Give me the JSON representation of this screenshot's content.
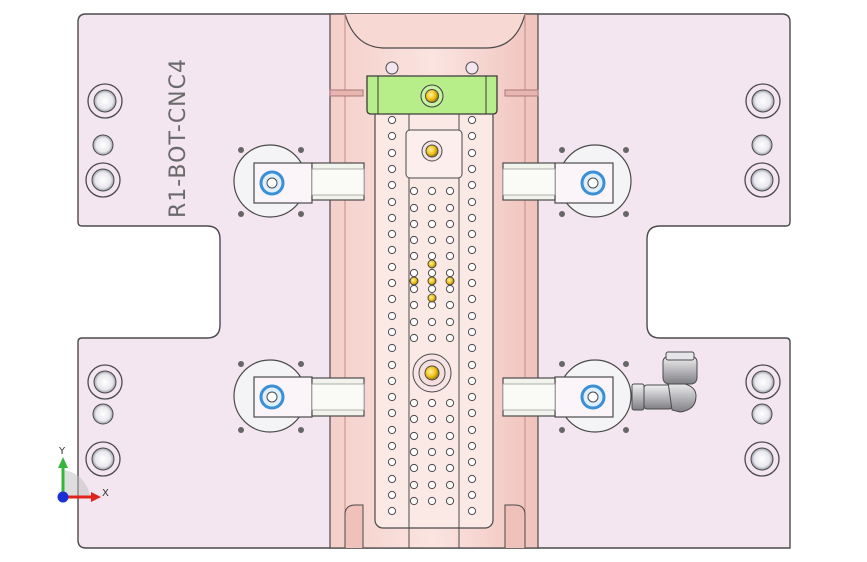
{
  "model": {
    "part_label": "R1-BOT-CNC4"
  },
  "triad": {
    "x_label": "X",
    "y_label": "Y"
  },
  "colors": {
    "background": "#ffffff",
    "plate": "#f3e6f1",
    "rail": "#f2c9c4",
    "rail_edge": "#d9a29c",
    "pad": "#f4f4f6",
    "clamp": "#fbf5fa",
    "clamp_block": "#f3f3ee",
    "hole_ring": "#3a8fd6",
    "screw": "#f2c21a",
    "green_bar": "#b8ee8a",
    "fitting": "#cfcfd2",
    "axis_x": "#e0241c",
    "axis_y": "#37b43c",
    "axis_z": "#1b2fd6"
  }
}
